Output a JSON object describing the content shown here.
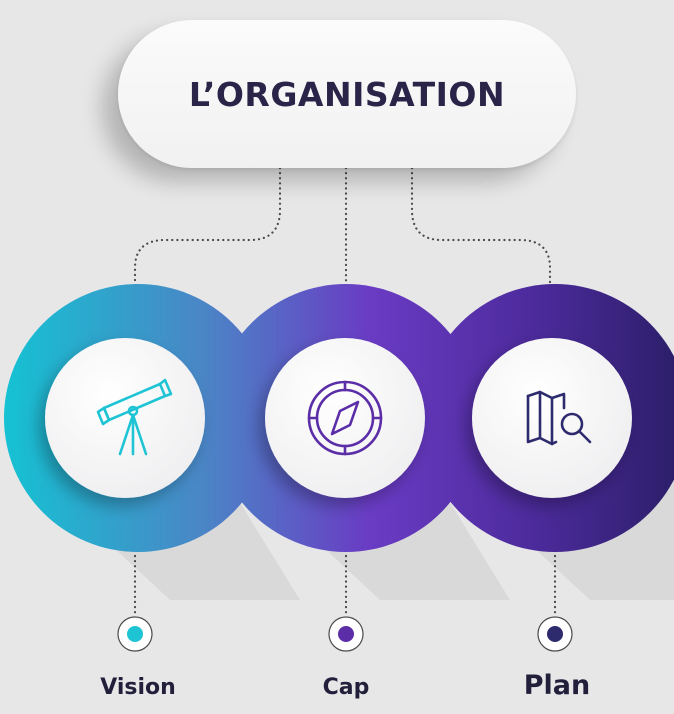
{
  "title": "L’ORGANISATION",
  "items": [
    {
      "label": "Vision",
      "icon": "telescope-icon",
      "color": "#1fc4d4"
    },
    {
      "label": "Cap",
      "icon": "compass-icon",
      "color": "#5b2ea8"
    },
    {
      "label": "Plan",
      "icon": "map-search-icon",
      "color": "#2e2a6e"
    }
  ],
  "colors": {
    "background": "#e7e7e8",
    "gradient_start": "#14c3d3",
    "gradient_mid": "#6a3bc4",
    "gradient_end": "#2d1f6b",
    "title_text": "#2a2448",
    "connector": "#4a4a4a"
  }
}
